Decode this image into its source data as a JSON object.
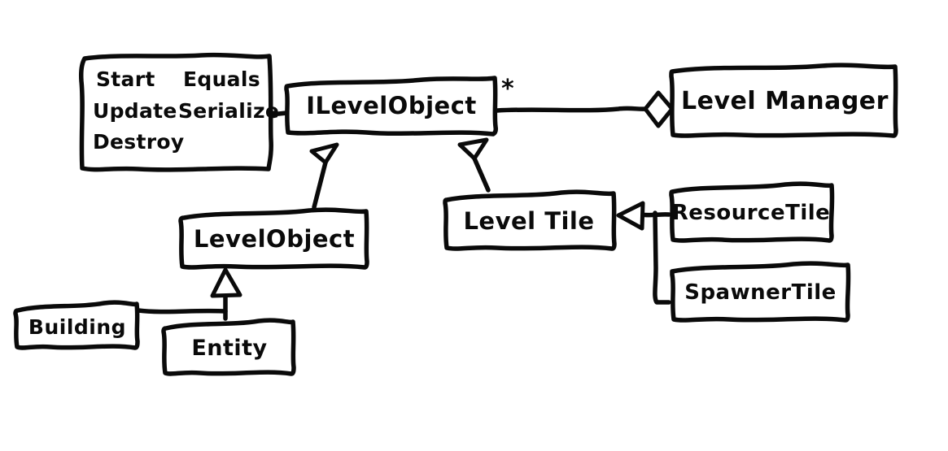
{
  "diagram": {
    "title": "Level system UML class diagram",
    "style": "hand-drawn sketch",
    "stroke_color": "#0a0a0a",
    "background_color": "#ffffff"
  },
  "methods_box": {
    "name": "ILevelObject methods",
    "column_left": [
      "Start",
      "Update",
      "Destroy"
    ],
    "column_right": [
      "Equals",
      "Serialize"
    ]
  },
  "classes": {
    "ilevelobject": "ILevelObject",
    "levelmanager": "Level Manager",
    "levelobject": "LevelObject",
    "leveltile": "Level Tile",
    "resourcetile": "ResourceTile",
    "spawnertile": "SpawnerTile",
    "building": "Building",
    "entity": "Entity"
  },
  "annotations": {
    "multiplicity_star": "*"
  },
  "relationships": [
    {
      "from": "LevelObject",
      "to": "ILevelObject",
      "type": "generalization",
      "marker": "hollow-triangle"
    },
    {
      "from": "Level Tile",
      "to": "ILevelObject",
      "type": "generalization",
      "marker": "hollow-triangle"
    },
    {
      "from": "Entity",
      "to": "LevelObject",
      "type": "generalization",
      "marker": "hollow-triangle"
    },
    {
      "from": "Building",
      "to": "LevelObject",
      "type": "generalization",
      "marker": "hollow-triangle"
    },
    {
      "from": "ResourceTile",
      "to": "Level Tile",
      "type": "generalization",
      "marker": "hollow-triangle"
    },
    {
      "from": "SpawnerTile",
      "to": "Level Tile",
      "type": "generalization",
      "marker": "hollow-triangle"
    },
    {
      "from": "Level Manager",
      "to": "ILevelObject",
      "type": "aggregation",
      "marker": "hollow-diamond",
      "multiplicity": "*"
    },
    {
      "from": "ILevelObject methods",
      "to": "ILevelObject",
      "type": "note-link",
      "marker": "none"
    }
  ]
}
